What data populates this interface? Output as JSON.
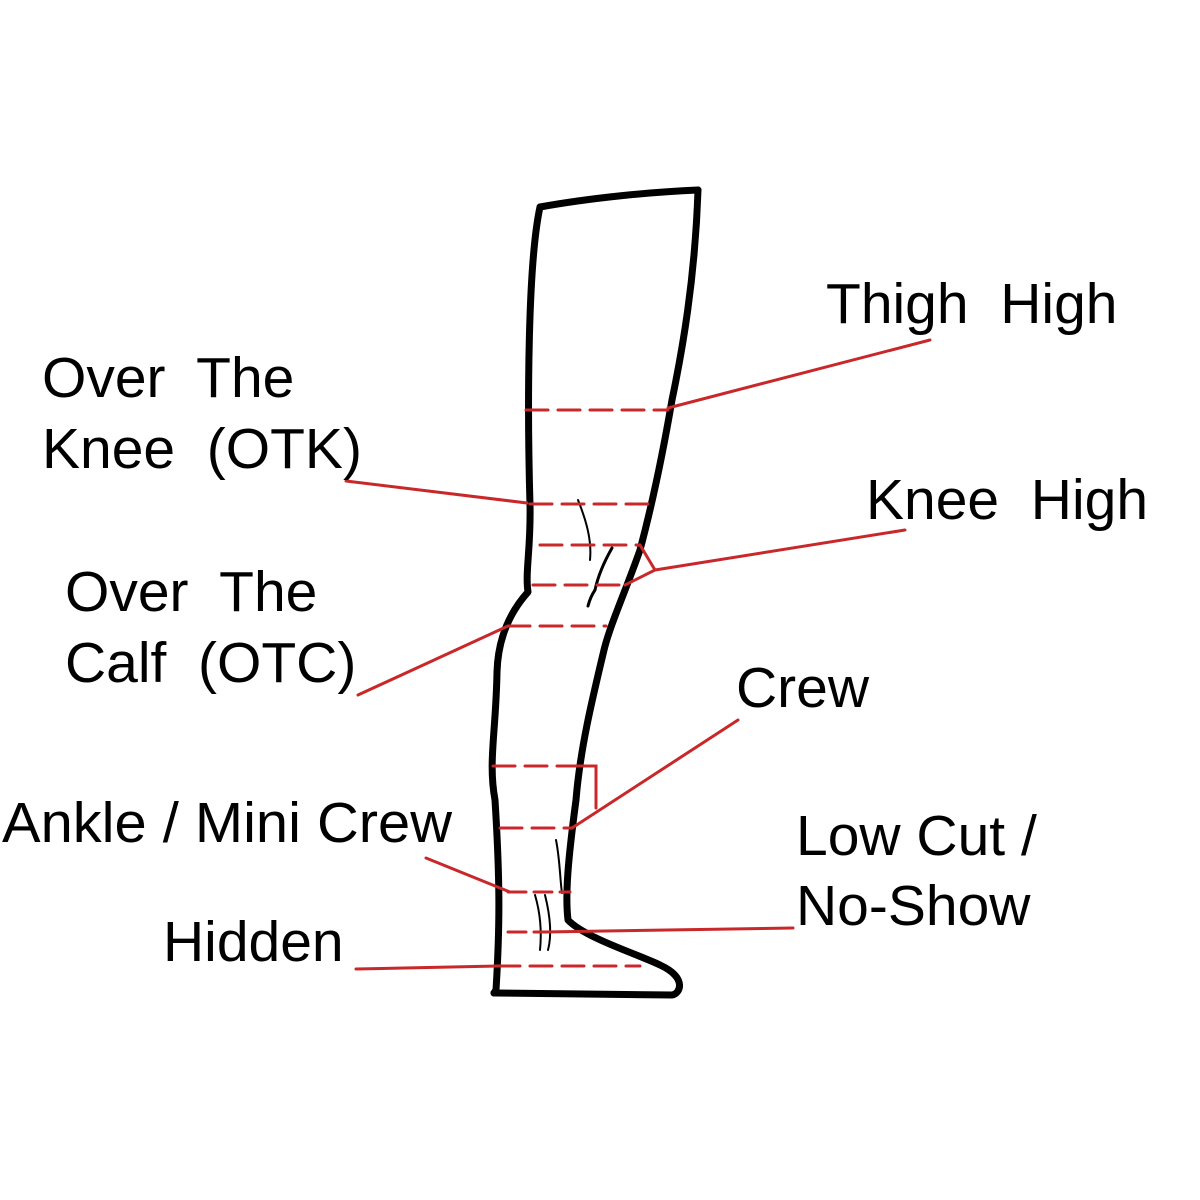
{
  "colors": {
    "outline": "#000000",
    "marker": "#c8282a",
    "background": "#ffffff"
  },
  "labels": {
    "thigh_high": "Thigh  High",
    "otk_line1": "Over  The",
    "otk_line2": "Knee  (OTK)",
    "knee_high": "Knee  High",
    "otc_line1": "Over  The",
    "otc_line2": "Calf  (OTC)",
    "crew": "Crew",
    "ankle_mini_crew": "Ankle / Mini Crew",
    "low_cut_line1": "Low Cut /",
    "low_cut_line2": "No-Show",
    "hidden": "Hidden"
  }
}
